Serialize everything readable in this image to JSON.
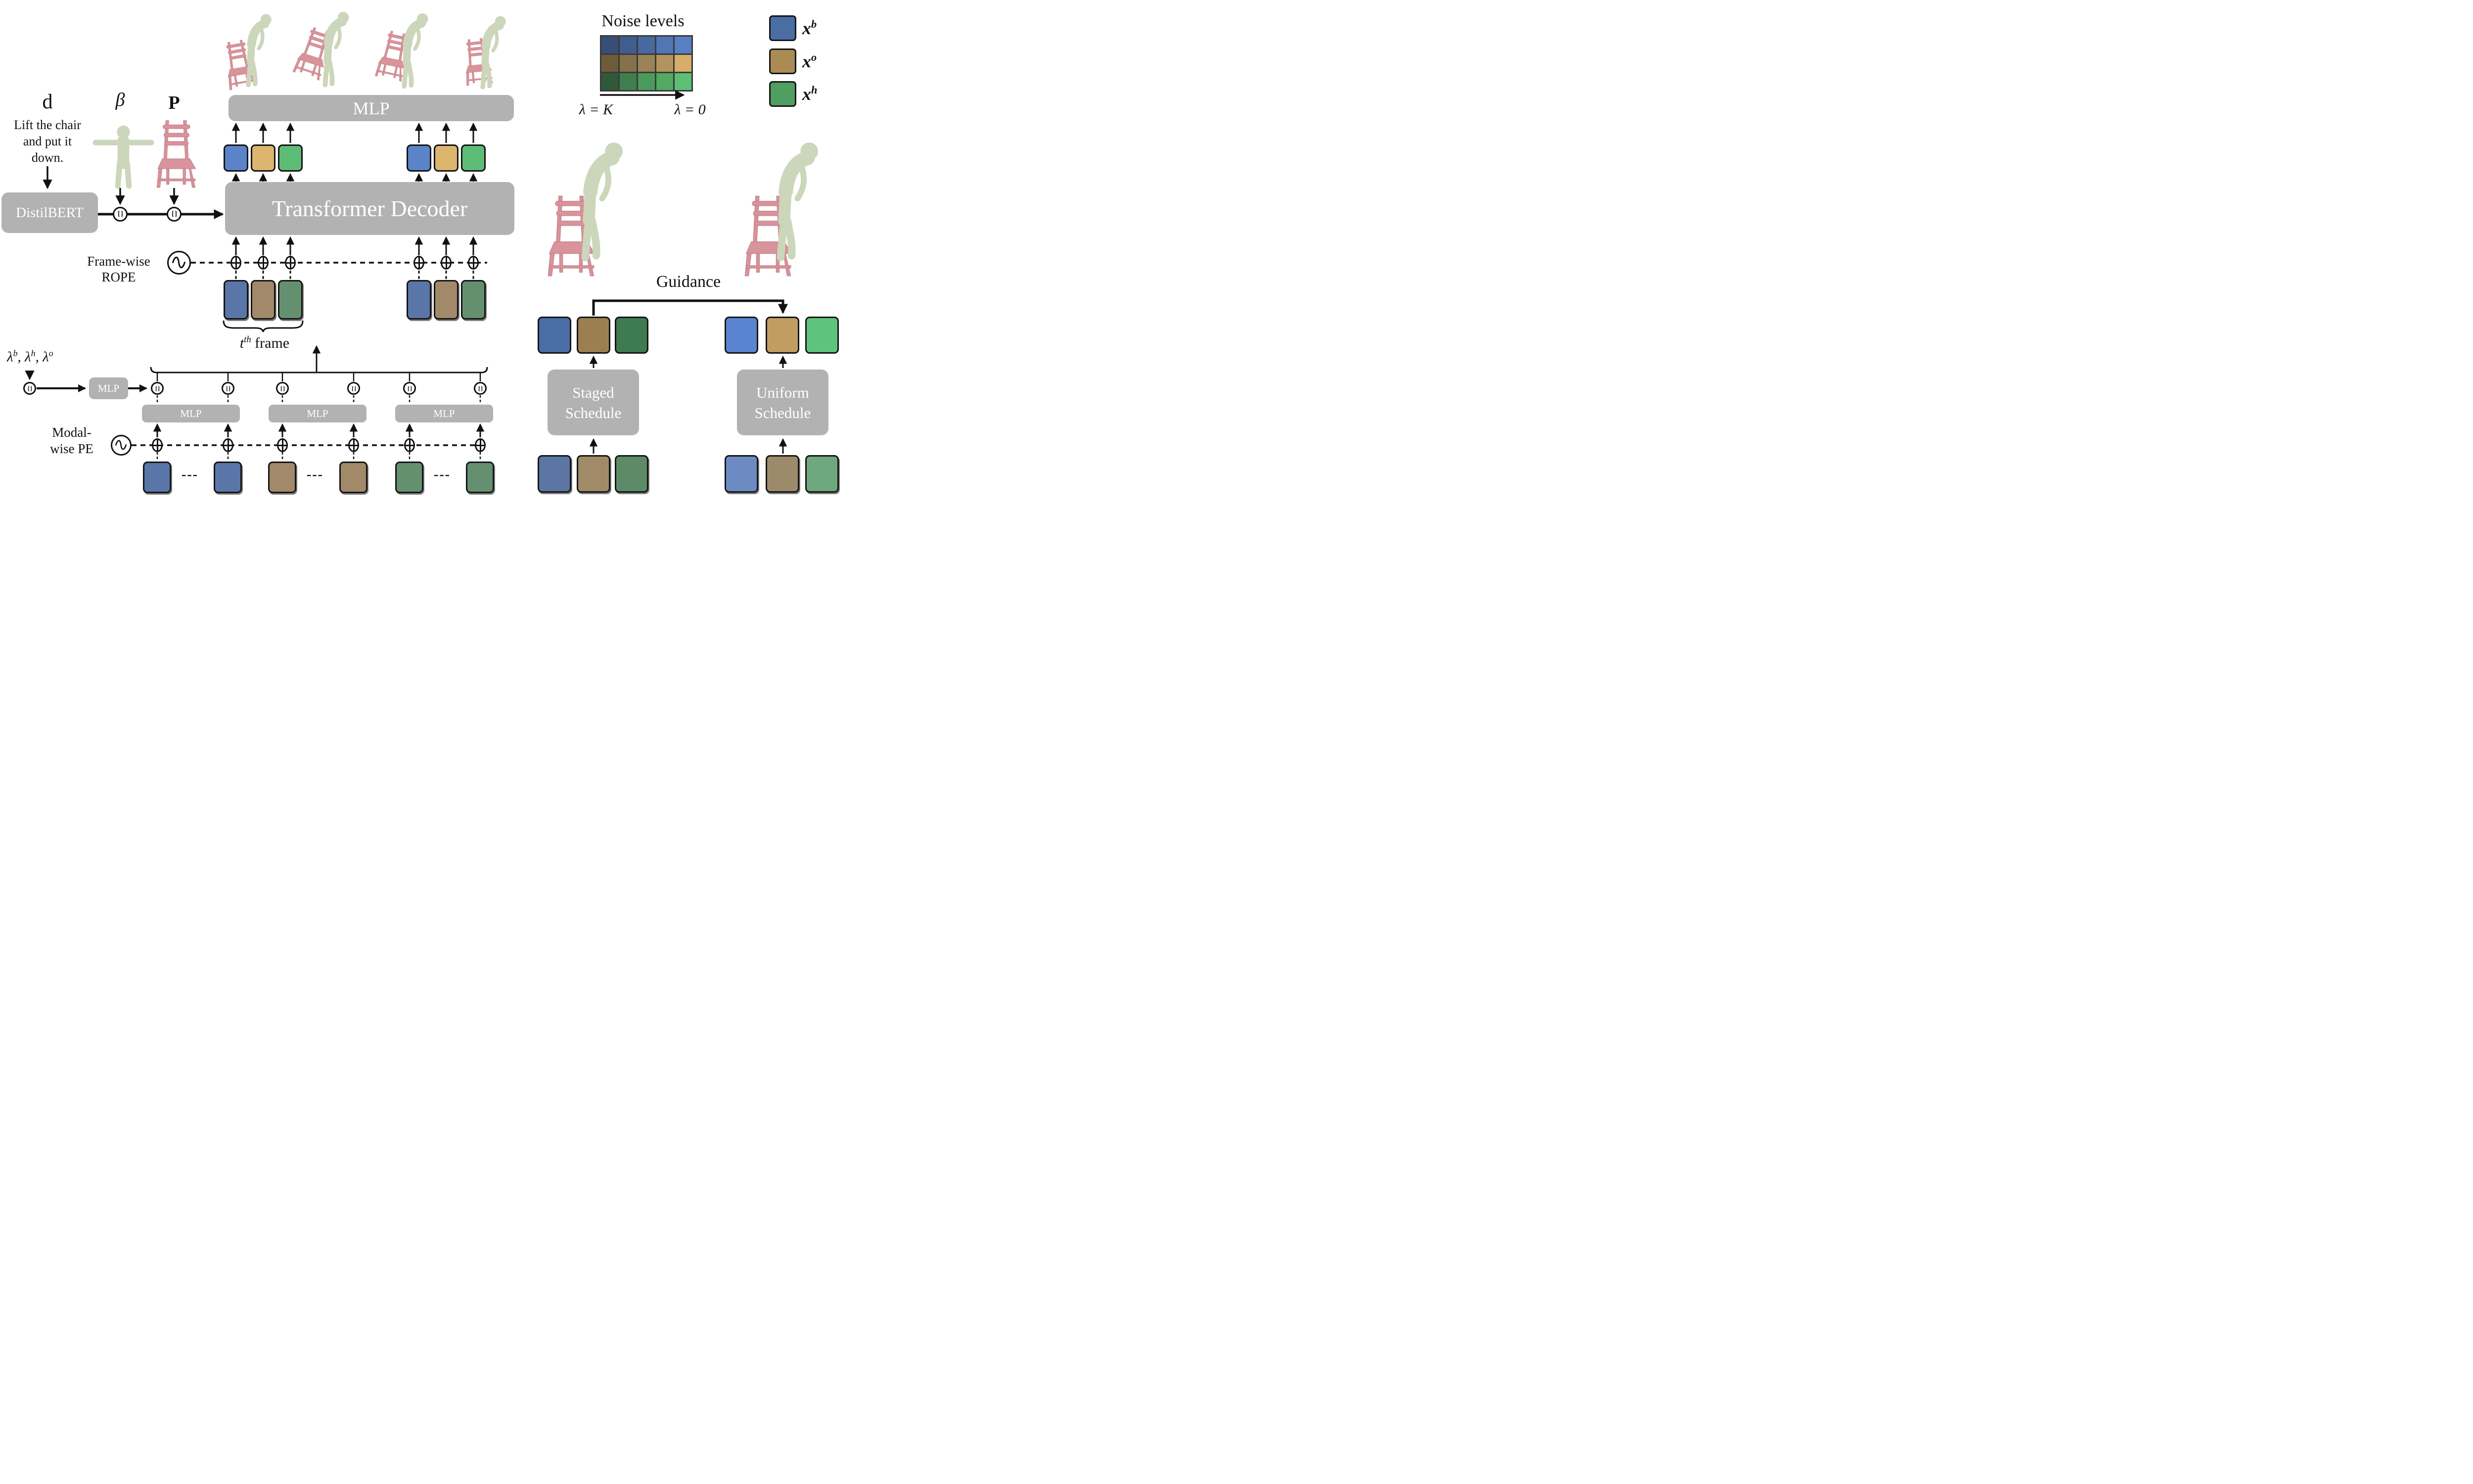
{
  "labels": {
    "d": "d",
    "prompt_l1": "Lift the chair",
    "prompt_l2": "and put it",
    "prompt_l3": "down.",
    "distilbert": "DistilBERT",
    "beta": "β",
    "p": "P",
    "mlp_top": "MLP",
    "transformer": "Transformer Decoder",
    "framewise_l1": "Frame-wise",
    "framewise_l2": "ROPE",
    "tth_base": "t",
    "tth_sup": "th",
    "tth_rest": " frame",
    "lambda_l1": "λ",
    "lambda_s1": "b",
    "lambda_c1": ", ",
    "lambda_l2": "λ",
    "lambda_s2": "h",
    "lambda_c2": ", ",
    "lambda_l3": "λ",
    "lambda_s3": "o",
    "mlp_small": "MLP",
    "mlp_bottom_1": "MLP",
    "mlp_bottom_2": "MLP",
    "mlp_bottom_3": "MLP",
    "modal_l1": "Modal-",
    "modal_l2": "wise PE",
    "dots": "---",
    "concat": "[ ]",
    "noise_title": "Noise levels",
    "lambda_K": "λ = K",
    "lambda_0": "λ = 0",
    "legend": [
      {
        "base": "x",
        "sup": "b"
      },
      {
        "base": "x",
        "sup": "o"
      },
      {
        "base": "x",
        "sup": "h"
      }
    ],
    "guidance": "Guidance",
    "staged_l1": "Staged",
    "staged_l2": "Schedule",
    "uniform_l1": "Uniform",
    "uniform_l2": "Schedule"
  },
  "colors": {
    "box_gray": "#b2b2b2",
    "square_blue_light": "#5b83c9",
    "square_tan_light": "#dcb56f",
    "square_green_light": "#5dbd76",
    "square_blue_muted": "#5a76a8",
    "square_tan_muted": "#a1896a",
    "square_green_muted": "#649070",
    "staged_blue": "#4b6da6",
    "staged_tan": "#9c7f50",
    "staged_green": "#3e7a52",
    "uniform_blue": "#5b84d0",
    "uniform_tan": "#c09d60",
    "uniform_green": "#5ec47d",
    "sched_left_blue": "#5c76a4",
    "sched_left_tan": "#a08a68",
    "sched_left_green": "#5d8b68",
    "sched_right_blue": "#6d8bc3",
    "sched_right_tan": "#9d8a6a",
    "sched_right_green": "#6da87e",
    "legend_blue": "#4a6da4",
    "legend_tan": "#aa8b54",
    "legend_green": "#509e60",
    "human_green": "#ccd6ba",
    "chair_pink": "#d9939a"
  },
  "noise_grid": {
    "description": "Noise level color map, rows are modalities x^b, x^o, x^h; columns go from lambda = K (dark) to lambda = 0 (light)",
    "rows": [
      "x^b",
      "x^o",
      "x^h"
    ],
    "cols": 5,
    "colors": [
      [
        "#384e77",
        "#3f5d90",
        "#47699f",
        "#5076b4",
        "#587fc4"
      ],
      [
        "#6e5c39",
        "#85714a",
        "#9a8357",
        "#b2945f",
        "#d7ad6b"
      ],
      [
        "#30593a",
        "#3f7f4e",
        "#4a9b5b",
        "#52aa63",
        "#5cbf74"
      ]
    ]
  }
}
